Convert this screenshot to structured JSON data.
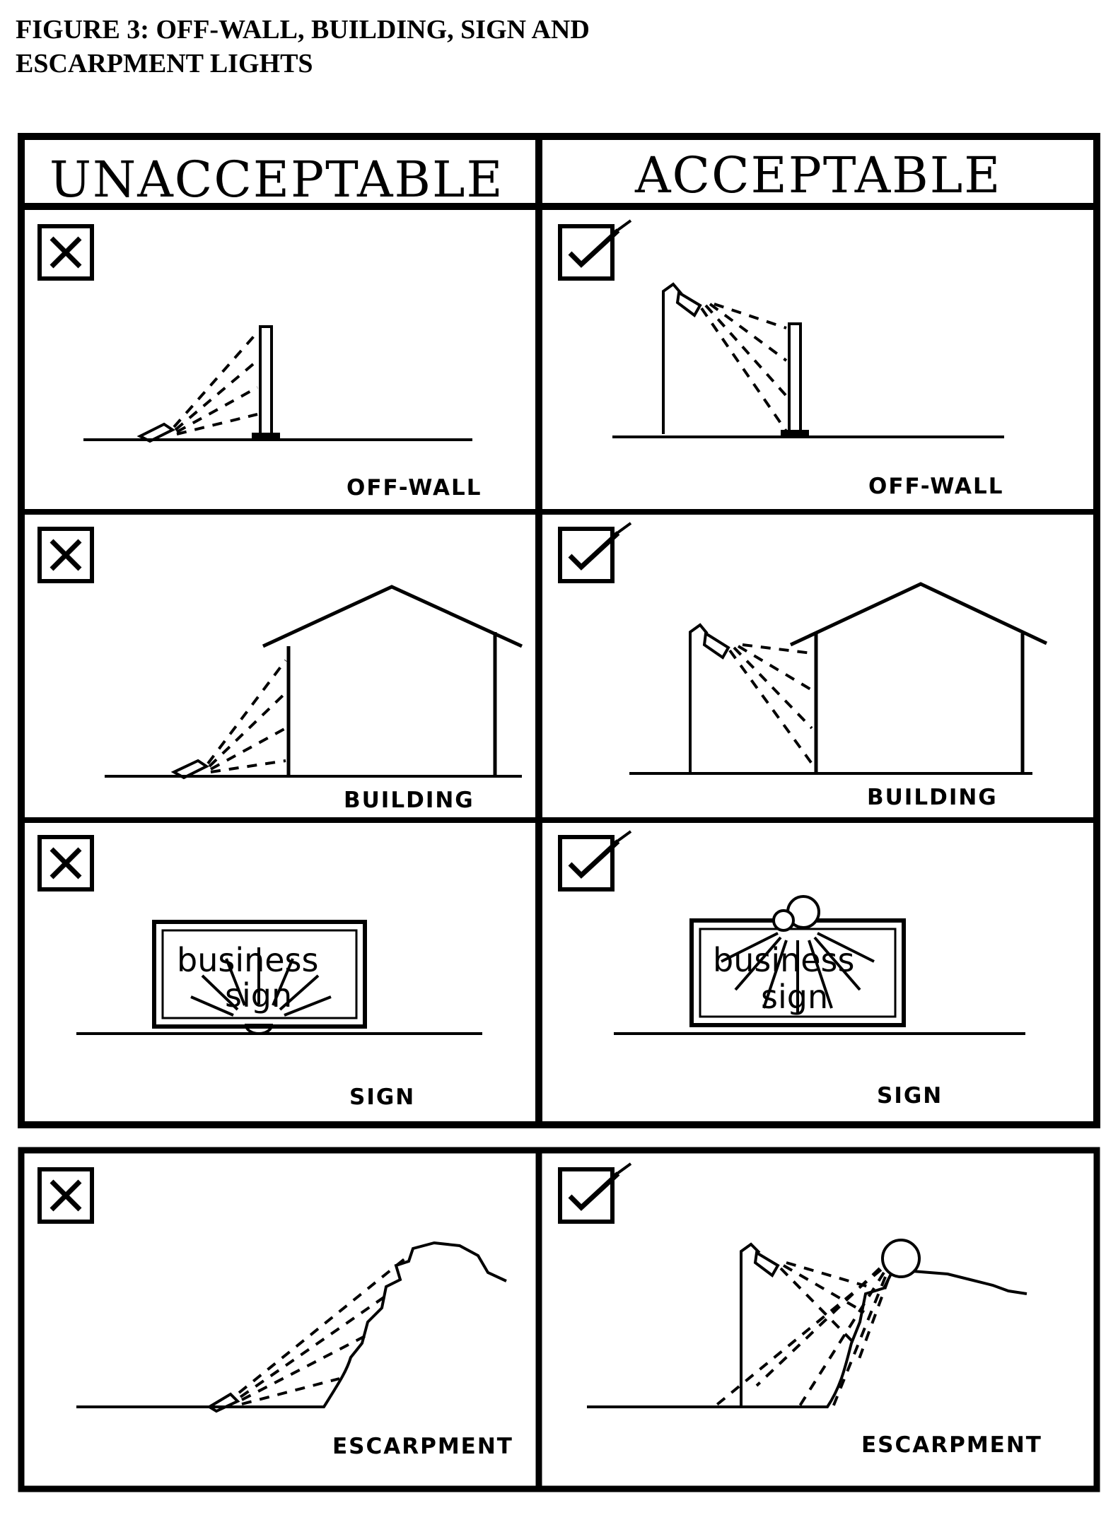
{
  "figure": {
    "title_line1": "FIGURE 3: OFF-WALL, BUILDING, SIGN AND",
    "title_line2": "ESCARPMENT LIGHTS"
  },
  "columns": {
    "unacceptable": "UNACCEPTABLE",
    "acceptable": "ACCEPTABLE"
  },
  "panels": {
    "offwall_bad": "OFF-WALL",
    "offwall_good": "OFF-WALL",
    "building_bad": "BUILDING",
    "building_good": "BUILDING",
    "sign_bad": "SIGN",
    "sign_good": "SIGN",
    "escarpment_bad": "ESCARPMENT",
    "escarpment_good": "ESCARPMENT"
  },
  "sign_text": {
    "line1": "business",
    "line2": "sign"
  },
  "icons": {
    "unacceptable_mark": "x-box-icon",
    "acceptable_mark": "checkmark-box-icon"
  }
}
